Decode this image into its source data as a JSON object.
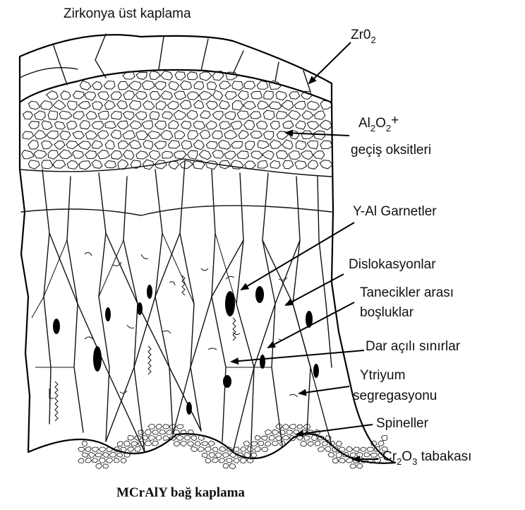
{
  "labels": {
    "top_title": "Zirkonya üst kaplama",
    "zro2": "Zr0",
    "zro2_sub": "2",
    "al2o2_a": "Al",
    "al2o2_sub1": "2",
    "al2o2_b": "O",
    "al2o2_sub2": "2",
    "al2o2_c": "+",
    "gecis": "geçiş oksitleri",
    "yal": "Y-Al Garnetler",
    "dislokasyonlar": "Dislokasyonlar",
    "tanecikler": "Tanecikler arası",
    "bosluklar": "boşluklar",
    "dar": "Dar açılı sınırlar",
    "ytriyum": "Ytriyum",
    "segregasyonu": "segregasyonu",
    "spineller": "Spineller",
    "cr2o3_a": "Cr",
    "cr2o3_sub1": "2",
    "cr2o3_b": "O",
    "cr2o3_sub2": "3",
    "cr2o3_c": " tabakası",
    "bottom_title": "MCrAlY bağ kaplama"
  }
}
